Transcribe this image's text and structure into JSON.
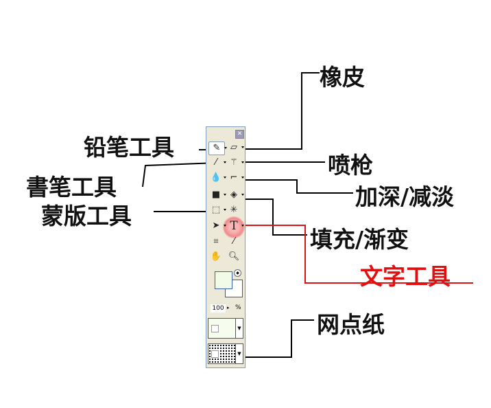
{
  "labels": {
    "eraser": "橡皮",
    "pencil": "铅笔工具",
    "airbrush": "喷枪",
    "brush": "書笔工具",
    "burn_dodge": "加深/减淡",
    "mask": "蒙版工具",
    "fill_gradient": "填充/渐变",
    "text": "文字工具",
    "screentone": "网点纸"
  },
  "toolbar": {
    "close": "✕",
    "zoom_value": "100",
    "zoom_unit": "%"
  },
  "colors": {
    "highlight": "#e01010"
  }
}
